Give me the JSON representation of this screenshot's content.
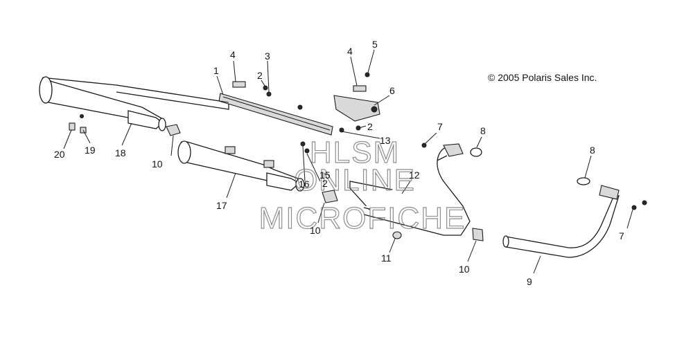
{
  "copyright": "© 2005 Polaris Sales Inc.",
  "watermark": {
    "line1": "HLSM",
    "line2": "ONLINE",
    "line3": "MICROFICHE"
  },
  "callouts": {
    "c1": "1",
    "c2a": "2",
    "c2b": "2",
    "c2c": "2",
    "c3": "3",
    "c4a": "4",
    "c4b": "4",
    "c5": "5",
    "c6": "6",
    "c7a": "7",
    "c7b": "7",
    "c8a": "8",
    "c8b": "8",
    "c9": "9",
    "c10a": "10",
    "c10b": "10",
    "c10c": "10",
    "c11": "11",
    "c12": "12",
    "c13": "13",
    "c15": "15",
    "c16": "16",
    "c17": "17",
    "c18": "18",
    "c19": "19",
    "c20": "20"
  }
}
